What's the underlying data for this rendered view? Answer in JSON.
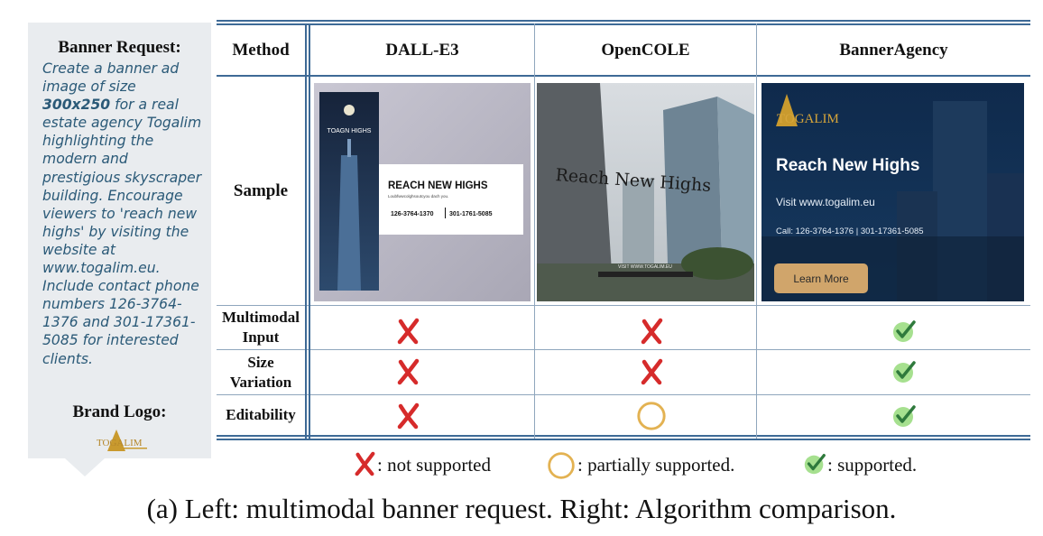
{
  "request": {
    "title": "Banner Request:",
    "text_before_size": "Create a banner ad image of size ",
    "size": "300x250",
    "text_after_size": " for a real estate agency Togalim highlighting the modern and prestigious skyscraper building. Encourage viewers to 'reach new highs' by visiting the website at www.togalim.eu. Include contact phone numbers 126-3764-1376 and 301-17361-5085 for interested clients.",
    "logo_title": "Brand Logo:",
    "logo_text": "TOGALIM"
  },
  "table": {
    "header": {
      "method": "Method",
      "cols": [
        "DALL-E3",
        "OpenCOLE",
        "BannerAgency"
      ]
    },
    "row_labels": {
      "sample": "Sample",
      "multimodal": "Multimodal Input",
      "size": "Size Variation",
      "editability": "Editability"
    },
    "samples": {
      "dalle": {
        "tower_title": "TOAGN HIGHS",
        "headline": "REACH NEW HIGHS",
        "sub": "Loubfwwcolghsoutcyou dach you.",
        "phone_a": "126-3764-1370",
        "phone_b": "301-1761-5085"
      },
      "opencole": {
        "headline": "Reach New Highs",
        "footer": "VISIT WWW.TOGALIM.EU"
      },
      "banneragency": {
        "logo": "TOGALIM",
        "headline": "Reach New Highs",
        "visit": "Visit www.togalim.eu",
        "call": "Call: 126-3764-1376 | 301-17361-5085",
        "button": "Learn More"
      }
    },
    "support": {
      "multimodal": [
        "not",
        "not",
        "full"
      ],
      "size": [
        "not",
        "not",
        "full"
      ],
      "editability": [
        "not",
        "partial",
        "full"
      ]
    }
  },
  "legend": {
    "not_supported": ": not supported",
    "partial": ": partially supported.",
    "supported": ": supported."
  },
  "caption": "(a) Left: multimodal banner request. Right: Algorithm comparison.",
  "colors": {
    "cross": "#d62b2b",
    "circle": "#e3b252",
    "check_fill": "#a6e08f",
    "check_stroke": "#2f7a3c",
    "rule": "#3e6a96"
  }
}
